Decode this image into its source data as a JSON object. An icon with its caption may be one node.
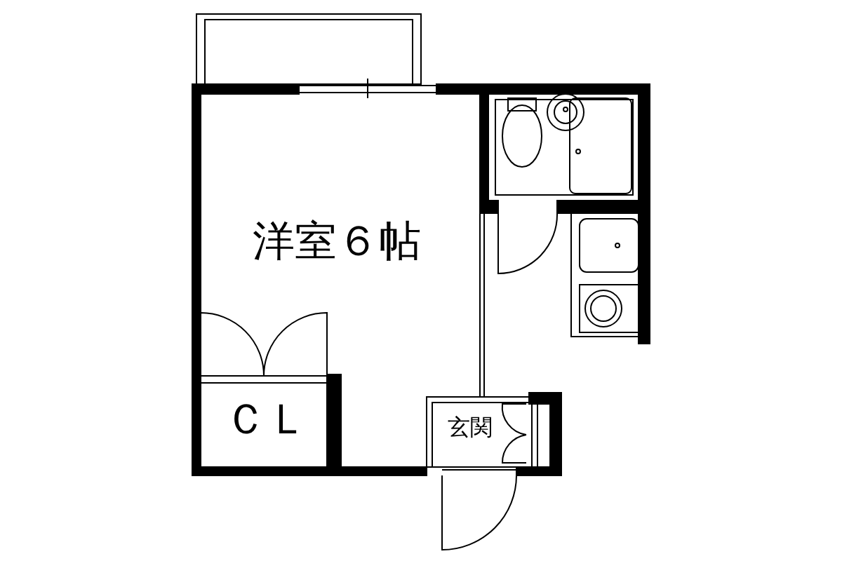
{
  "diagram": {
    "nodes": [
      {
        "text": [
          "洋室６帖"
        ]
      },
      {
        "text": [
          "ＣＬ"
        ]
      },
      {
        "text": [
          "玄関"
        ]
      }
    ]
  }
}
